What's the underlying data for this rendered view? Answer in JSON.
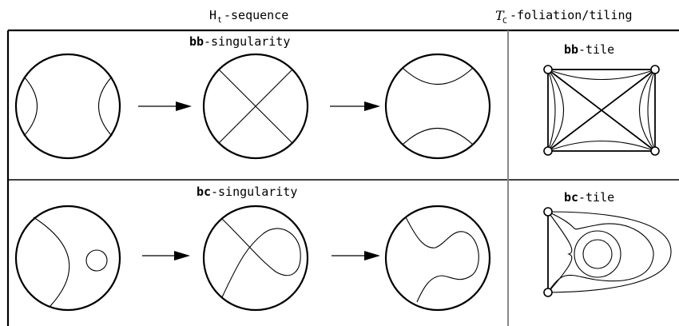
{
  "header": {
    "left_main": "H",
    "left_sub": "t",
    "left_rest": "-sequence",
    "right_script": "T",
    "right_script_sub": "C",
    "right_rest": "-foliation/tiling"
  },
  "rows": [
    {
      "sing_bold": "bb",
      "sing_rest": "-singularity",
      "tile_bold": "bb",
      "tile_rest": "-tile"
    },
    {
      "sing_bold": "bc",
      "sing_rest": "-singularity",
      "tile_bold": "bc",
      "tile_rest": "-tile"
    }
  ]
}
